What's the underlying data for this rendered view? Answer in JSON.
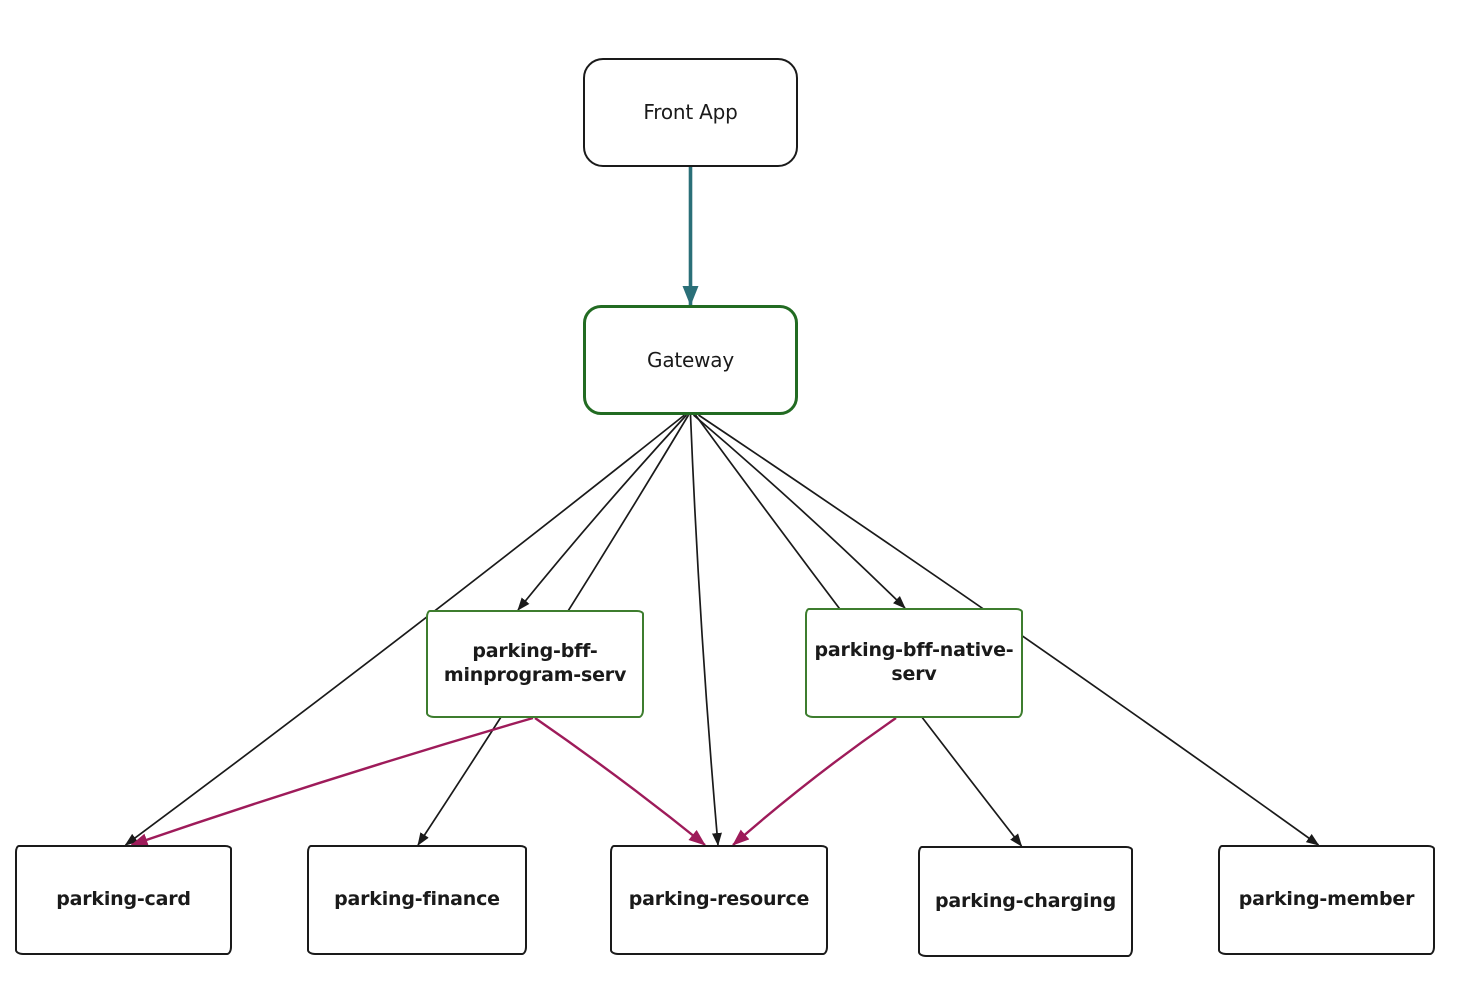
{
  "diagram": {
    "nodes": [
      {
        "id": "front-app",
        "label": "Front App",
        "kind": "rounded"
      },
      {
        "id": "gateway",
        "label": "Gateway",
        "kind": "rounded-green"
      },
      {
        "id": "bff-minprogram",
        "label": "parking-bff-\nminprogram-serv",
        "kind": "bff"
      },
      {
        "id": "bff-native",
        "label": "parking-bff-native-\nserv",
        "kind": "bff"
      },
      {
        "id": "parking-card",
        "label": "parking-card",
        "kind": "service"
      },
      {
        "id": "parking-finance",
        "label": "parking-finance",
        "kind": "service"
      },
      {
        "id": "parking-resource",
        "label": "parking-resource",
        "kind": "service"
      },
      {
        "id": "parking-charging",
        "label": "parking-charging",
        "kind": "service"
      },
      {
        "id": "parking-member",
        "label": "parking-member",
        "kind": "service"
      }
    ],
    "edges": [
      {
        "from": "front-app",
        "to": "gateway",
        "color": "teal"
      },
      {
        "from": "gateway",
        "to": "parking-card",
        "color": "black"
      },
      {
        "from": "gateway",
        "to": "bff-minprogram",
        "color": "black"
      },
      {
        "from": "gateway",
        "to": "parking-finance",
        "color": "black"
      },
      {
        "from": "gateway",
        "to": "parking-resource",
        "color": "black"
      },
      {
        "from": "gateway",
        "to": "bff-native",
        "color": "black"
      },
      {
        "from": "gateway",
        "to": "parking-charging",
        "color": "black"
      },
      {
        "from": "gateway",
        "to": "parking-member",
        "color": "black"
      },
      {
        "from": "bff-minprogram",
        "to": "parking-card",
        "color": "maroon"
      },
      {
        "from": "bff-minprogram",
        "to": "parking-resource",
        "color": "maroon"
      },
      {
        "from": "bff-native",
        "to": "parking-resource",
        "color": "maroon"
      }
    ],
    "colors": {
      "teal": "#2a6f78",
      "black": "#1a1a1a",
      "maroon": "#9e1b5a",
      "gateway_border": "#226b22",
      "bff_border": "#3d7d2e",
      "node_border": "#1a1a1a"
    }
  }
}
